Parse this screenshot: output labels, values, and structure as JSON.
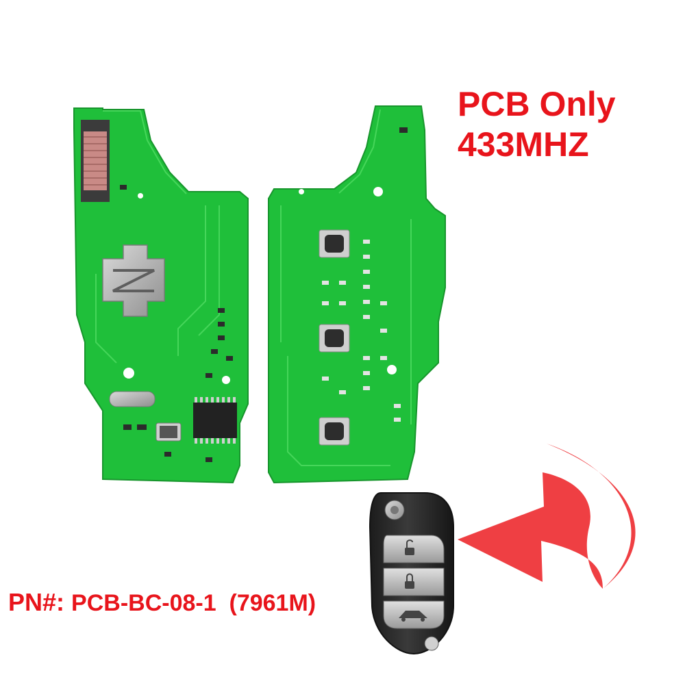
{
  "product": {
    "title_line1": "PCB Only",
    "title_line2": "433MHZ",
    "pn_label": "PN#:",
    "pn_value": "PCB-BC-08-1  (7961M)"
  },
  "colors": {
    "accent_text": "#e8141b",
    "arrow": "#ef3f43",
    "pcb_green": "#1fbf3a",
    "pcb_trace": "#46d65a",
    "key_shell": "#2a2a2a",
    "key_button": "#bdbdbd"
  }
}
